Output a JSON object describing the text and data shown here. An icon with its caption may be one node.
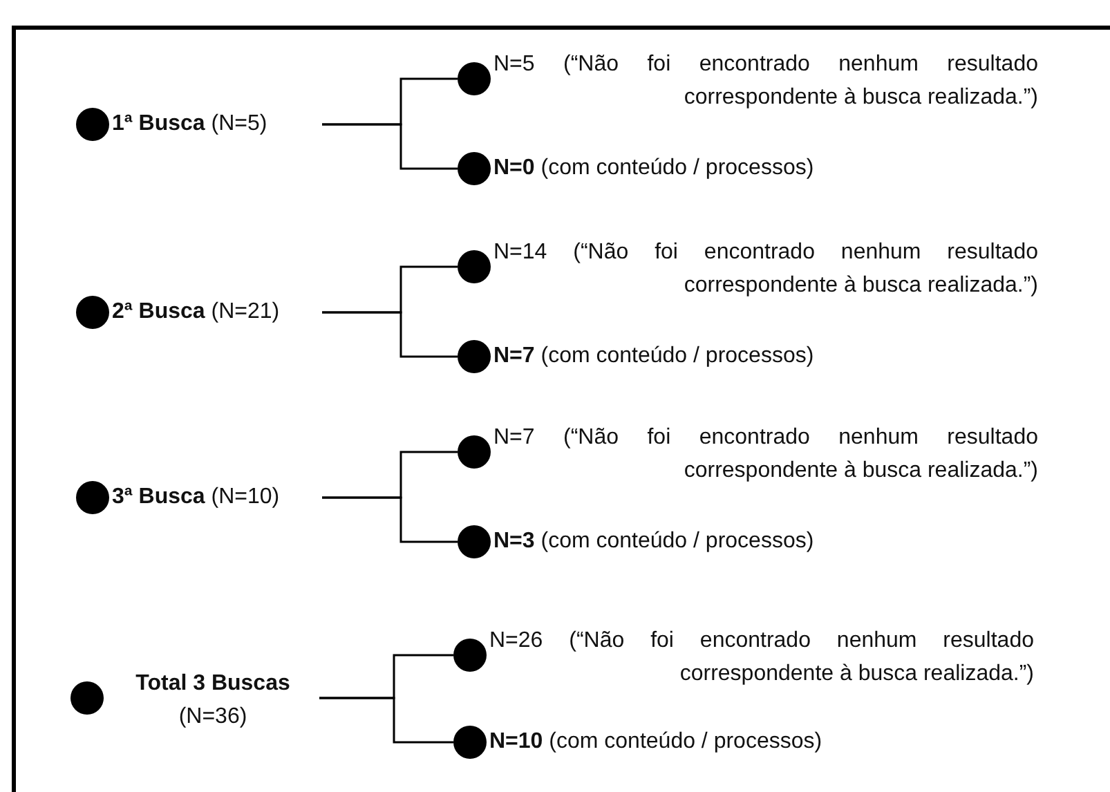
{
  "diagram": {
    "nodes": [
      {
        "text": [
          "**1ª Busca** (N=5)"
        ]
      },
      {
        "text": [
          "N=5 (“Não foi encontrado nenhum resultado correspondente à busca realizada.”)"
        ]
      },
      {
        "text": [
          "**N=0** (com conteúdo / processos)"
        ]
      },
      {
        "text": [
          "**2ª Busca** (N=21)"
        ]
      },
      {
        "text": [
          "N=14 (“Não foi encontrado nenhum resultado correspondente à busca realizada.”)"
        ]
      },
      {
        "text": [
          "**N=7** (com conteúdo / processos)"
        ]
      },
      {
        "text": [
          "**3ª Busca** (N=10)"
        ]
      },
      {
        "text": [
          "N=7 (“Não foi encontrado nenhum resultado correspondente à busca realizada.”)"
        ]
      },
      {
        "text": [
          "**N=3** (com conteúdo / processos)"
        ]
      },
      {
        "text": [
          "Total 3 Buscas",
          "(N=36)"
        ]
      },
      {
        "text": [
          "N=26 (“Não foi encontrado nenhum resultado correspondente à busca realizada.”)"
        ]
      },
      {
        "text": [
          "**N=10** (com conteúdo / processos)"
        ]
      }
    ],
    "edges": [
      {
        "from": 0,
        "to": 1,
        "arrow": "none"
      },
      {
        "from": 0,
        "to": 2,
        "arrow": "none"
      },
      {
        "from": 3,
        "to": 4,
        "arrow": "none"
      },
      {
        "from": 3,
        "to": 5,
        "arrow": "none"
      },
      {
        "from": 6,
        "to": 7,
        "arrow": "none"
      },
      {
        "from": 6,
        "to": 8,
        "arrow": "none"
      },
      {
        "from": 9,
        "to": 10,
        "arrow": "none"
      },
      {
        "from": 9,
        "to": 11,
        "arrow": "none"
      }
    ]
  }
}
